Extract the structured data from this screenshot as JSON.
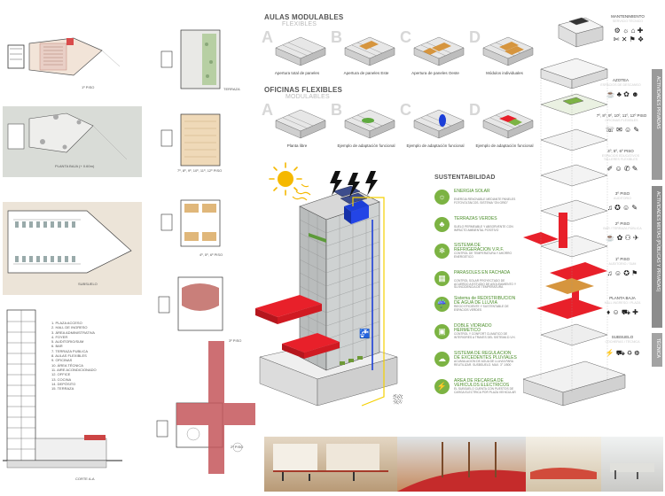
{
  "left_plans": {
    "first_floor_label": "1º PISO",
    "ground_floor_label": "PLANTA BAJA (+ 0.60m)",
    "basement_label": "SUBSUELO",
    "section_label": "CORTE A-A",
    "legend": [
      "1.  PLAZA ACCESO",
      "2.  HALL DE INGRESO",
      "3.  ÁREA ADMINISTRATIVA",
      "4.  FOYER",
      "5.  AUDITORIO/SUM",
      "6.  BAR",
      "7.  TERRAZA PUBLICA",
      "8.  AULAS FLEXIBLES",
      "9.  OFICINAS",
      "10. ÁREA TÉCNICA",
      "11. AIRE ACONDICIONADO",
      "12. OFFICE",
      "13. COCINA",
      "14. DEPÓSITO",
      "15. TERRAZA"
    ]
  },
  "middle_plans": {
    "terrace_label": "TERRAZA",
    "typical_7_12_label": "7º, 8º, 9º, 10º, 11º, 12º PISO",
    "typical_4_6_label": "4º, 5º, 6º PISO",
    "third_label": "3º PISO",
    "second_label": "2º PISO"
  },
  "aulas": {
    "title": "AULAS MODULABLES",
    "subtitle": "FLEXIBLES",
    "items": [
      {
        "letter": "A",
        "caption": "Apertura total de paneles"
      },
      {
        "letter": "B",
        "caption": "Apertura de paneles Este"
      },
      {
        "letter": "C",
        "caption": "Apertura de paneles Oeste"
      },
      {
        "letter": "D",
        "caption": "Módulos individuales"
      }
    ]
  },
  "oficinas": {
    "title": "OFICINAS FLEXIBLES",
    "subtitle": "MODULABLES",
    "items": [
      {
        "letter": "A",
        "caption": "Planta libre"
      },
      {
        "letter": "B",
        "caption": "Ejemplo de adaptación funcional"
      },
      {
        "letter": "C",
        "caption": "Ejemplo de adaptación funcional"
      },
      {
        "letter": "D",
        "caption": "Ejemplo de adaptación funcional"
      }
    ]
  },
  "sustentabilidad": {
    "title": "SUSTENTABILIDAD",
    "items": [
      {
        "title": "ENERGIA SOLAR",
        "desc": "ENERGIA RENOVABLE MEDIANTE PANELES FOTOVOLTAICOS. SISTEMA \"ON GRID\""
      },
      {
        "title": "TERRAZAS VERDES",
        "desc": "SUELO PERMEABLE Y ABSORVENTE CON IMPACTO AMBIENTAL POSITIVO"
      },
      {
        "title": "SISTEMA DE REFRIGERACION V.R.F.",
        "desc": "CONTROL DE TEMPERATURA Y AHORRO ENERGETICO"
      },
      {
        "title": "PARASOLES EN FACHADA",
        "desc": "CONTROL SOLAR PROYECTADO DE ACUERDO A ESTUDIO DE ASOLEAMIENTO Y SU INCIDENCIA DE TEMPERATURA"
      },
      {
        "title": "Sistema de REDISTRIBUCION DE AGUA DE LLUVIA",
        "desc": "RIEGO EFICIENTE Y SUSTENTABLE DE ESPACIOS VERDES"
      },
      {
        "title": "DOBLE VIDRIADO HERMETICO",
        "desc": "CONTROL Y CONFORT CLIMATICO DE INTERIORES A TRAVES DEL SISTEMA D.V.H."
      },
      {
        "title": "SISTEMA DE REGULACION DE EXCEDENTES PLUVIALES",
        "desc": "ACUMULACION DE AGUA DE LLUVIA PARA REUTILIZAR. SUSBSUELO. MAX. 3° 1/500"
      },
      {
        "title": "AREA DE RECARGA DE VEHICULOS ELECTRICOS",
        "desc": "EL SUBSUELO CUENTA CON PUESTOS DE CARGA ELECTRICA POR PLAZA VEHICULAR"
      }
    ]
  },
  "right_column": {
    "mantenimiento": "MANTENIMIENTO",
    "mantenimiento_sub": "SERVICIO TÉCNICO",
    "azotea": "AZOTEA",
    "azotea_sub": "ESPACIOS DE DESCANSO",
    "pisos_7_12": "7º, 8º, 9º, 10º, 11º, 12º PISO",
    "pisos_7_12_sub": "OFICINAS FLEXIBLES",
    "pisos_4_6": "4º, 5º, 6º PISO",
    "pisos_4_6_sub": "ESPACIOS EDUCATIVOS TALLERES FLEXIBLES",
    "piso_3": "3º PISO",
    "piso_3_sub": "AUDITORIO",
    "piso_2": "2º PISO",
    "piso_2_sub": "BAR / TERRAZA PÚBLICA",
    "piso_1": "1º PISO",
    "piso_1_sub": "AUDITORIO / SUM",
    "planta_baja": "PLANTA BAJA",
    "planta_baja_sub": "HALL INGRESO / PLAZA",
    "subsuelo": "SUBSUELO",
    "subsuelo_sub": "COCHERAS / TÉCNICA",
    "bar_privadas": "ACTIVIDADES PRIVADAS",
    "bar_mixtas": "ACTIVIDADES MIXTAS (PÚBLICAS Y PRIVADAS)",
    "bar_tecnica": "TÉCNICA"
  },
  "colors": {
    "accent_red": "#e8202a",
    "green": "#7cb343",
    "blue": "#1c3fd8",
    "wood": "#d6953e",
    "bar_gray": "#9a9a9a"
  }
}
